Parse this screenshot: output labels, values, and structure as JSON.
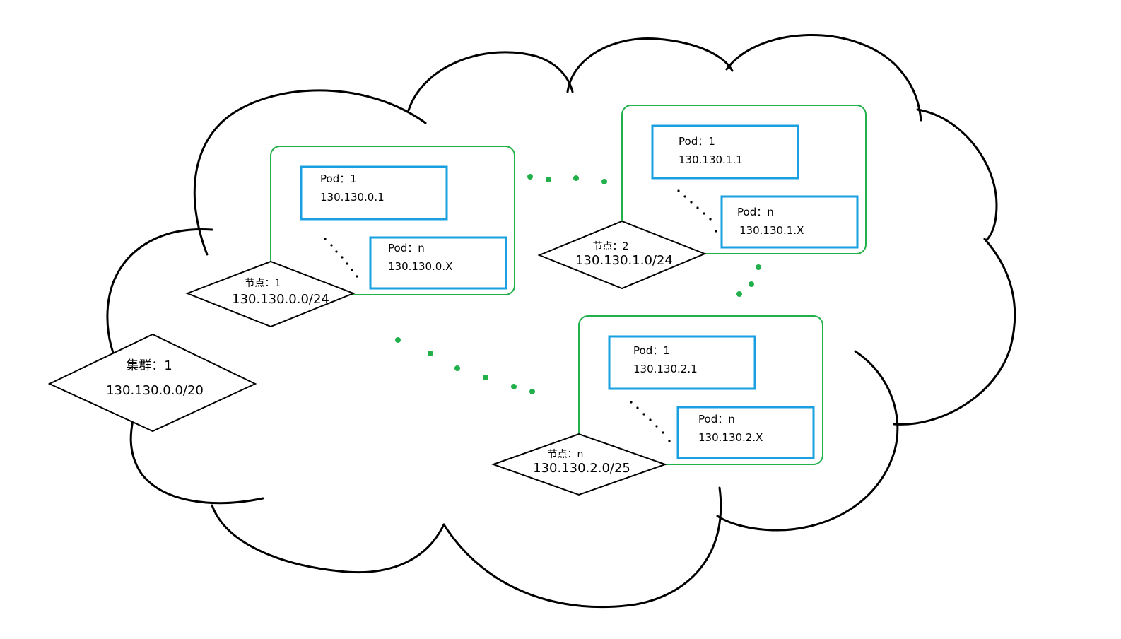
{
  "cluster": {
    "label": "集群：1",
    "cidr": "130.130.0.0/20"
  },
  "nodes": [
    {
      "label": "节点：1",
      "cidr": "130.130.0.0/24",
      "pods": [
        {
          "label": "Pod：1",
          "ip": "130.130.0.1"
        },
        {
          "label": "Pod：n",
          "ip": "130.130.0.X"
        }
      ]
    },
    {
      "label": "节点：2",
      "cidr": "130.130.1.0/24",
      "pods": [
        {
          "label": "Pod：1",
          "ip": "130.130.1.1"
        },
        {
          "label": "Pod：n",
          "ip": "130.130.1.X"
        }
      ]
    },
    {
      "label": "节点：n",
      "cidr": "130.130.2.0/25",
      "pods": [
        {
          "label": "Pod：1",
          "ip": "130.130.2.1"
        },
        {
          "label": "Pod：n",
          "ip": "130.130.2.X"
        }
      ]
    }
  ],
  "colors": {
    "node_border": "#22b04b",
    "pod_border": "#1aa0e0",
    "outline": "#000000",
    "connector_dots": "#22b04b"
  }
}
